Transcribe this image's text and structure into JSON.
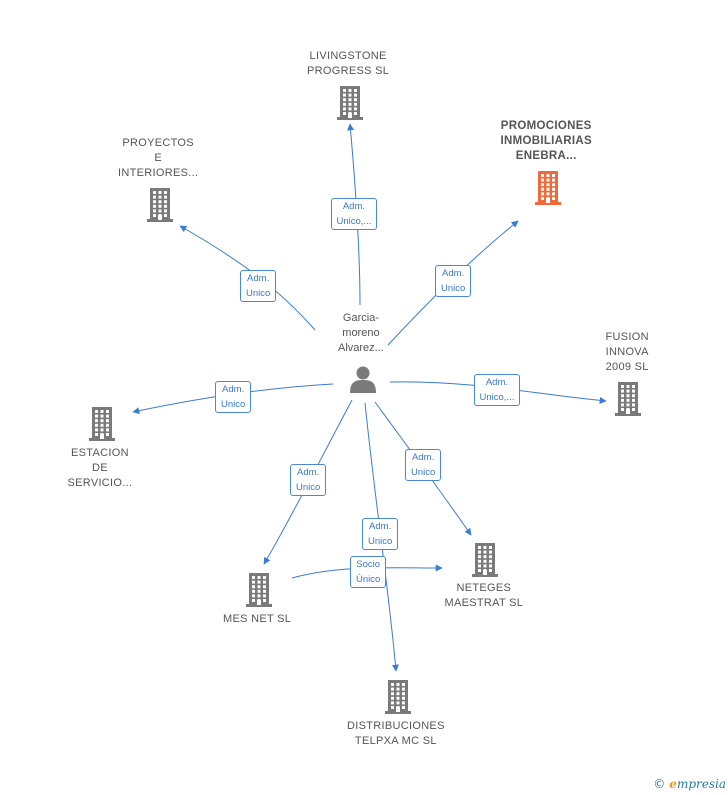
{
  "colors": {
    "edge": "#3a7bd5",
    "building": "#7a7a7a",
    "highlight": "#f26a3c",
    "person": "#7a7a7a"
  },
  "person": {
    "label": "Garcia-\nmoreno\nAlvarez..."
  },
  "companies": [
    {
      "id": "livingstone",
      "label": "LIVINGSTONE\nPROGRESS  SL",
      "highlight": false
    },
    {
      "id": "proyectos",
      "label": "PROYECTOS\nE\nINTERIORES...",
      "highlight": false
    },
    {
      "id": "promociones",
      "label": "PROMOCIONES\nINMOBILIARIAS\nENEBRA...",
      "highlight": true
    },
    {
      "id": "fusion",
      "label": "FUSION\nINNOVA\n2009 SL",
      "highlight": false
    },
    {
      "id": "estacion",
      "label": "ESTACION\nDE\nSERVICIO...",
      "highlight": false
    },
    {
      "id": "mesnet",
      "label": "MES NET  SL",
      "highlight": false
    },
    {
      "id": "neteges",
      "label": "NETEGES\nMAESTRAT  SL",
      "highlight": false
    },
    {
      "id": "distribuciones",
      "label": "DISTRIBUCIONES\nTELPXA MC SL",
      "highlight": false
    }
  ],
  "edges": [
    {
      "target": "livingstone",
      "label": "Adm.\nUnico,..."
    },
    {
      "target": "proyectos",
      "label": "Adm.\nUnico"
    },
    {
      "target": "promociones",
      "label": "Adm.\nUnico"
    },
    {
      "target": "fusion",
      "label": "Adm.\nUnico,..."
    },
    {
      "target": "estacion",
      "label": "Adm.\nUnico"
    },
    {
      "target": "mesnet",
      "label": "Adm.\nUnico"
    },
    {
      "target": "neteges",
      "label": "Adm.\nUnico"
    },
    {
      "target": "distribuciones",
      "label": "Adm.\nUnico"
    },
    {
      "source": "mesnet",
      "target": "neteges",
      "label": "Socio\nÚnico"
    }
  ],
  "footer": {
    "copyright": "©",
    "brand_e": "e",
    "brand_rest": "mpresia"
  }
}
